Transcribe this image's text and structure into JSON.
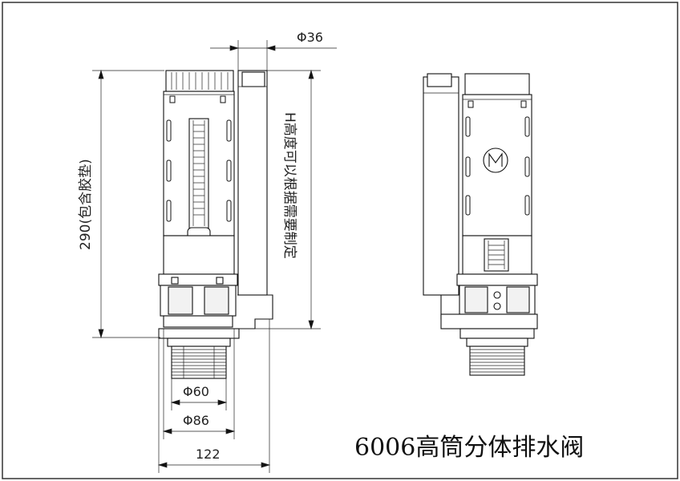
{
  "dimensions": {
    "d36": "Φ36",
    "d60": "Φ60",
    "d86": "Φ86",
    "w122": "122",
    "h290": "290(包含胶垫)",
    "h_note": "H高度可以根据需要制定"
  },
  "title": "6006高筒分体排水阀",
  "colors": {
    "line": "#111111",
    "background": "#ffffff"
  }
}
